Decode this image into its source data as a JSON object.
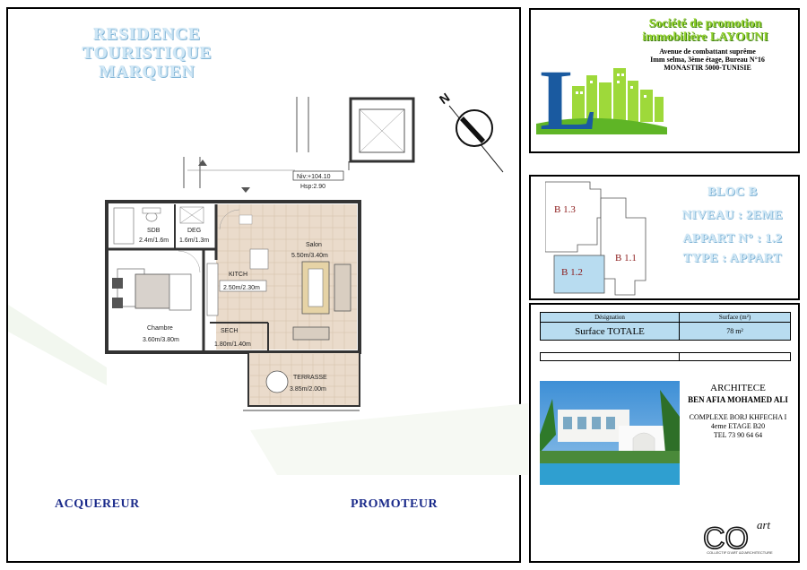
{
  "residence": {
    "line1": "RESIDENCE TOURISTIQUE",
    "line2": "MARQUEN"
  },
  "parties": {
    "buyer_label": "ACQUEREUR",
    "promoter_label": "PROMOTEUR"
  },
  "plan": {
    "level_tag": "Niv:+104.10",
    "height_tag": "Hsp:2.90",
    "compass_letter": "N",
    "rooms": [
      {
        "name": "SDB",
        "size": "2.4m/1.6m"
      },
      {
        "name": "DEG",
        "size": "1.6m/1.3m"
      },
      {
        "name": "Salon",
        "size": "5.50m/3.40m"
      },
      {
        "name": "KITCH",
        "size": "2.50m/2.30m"
      },
      {
        "name": "Chambre",
        "size": "3.60m/3.80m"
      },
      {
        "name": "SECH",
        "size": "1.80m/1.40m"
      },
      {
        "name": "TERRASSE",
        "size": "3.85m/2.00m"
      }
    ]
  },
  "promoter": {
    "name_line1": "Société de promotion",
    "name_line2": "immobilière LAYOUNI",
    "address": [
      "Avenue de combattant suprême",
      "Imm selma, 3ème étage, Bureau N°16",
      "MONASTIR 5000-TUNISIE"
    ],
    "logo_letter": "L"
  },
  "bloc": {
    "title": "BLOC B",
    "niveau": "NIVEAU : 2EME",
    "appart": "APPART N° : 1.2",
    "type": "TYPE : APPART",
    "tags": [
      "B 1.3",
      "B 1.2",
      "B 1.1"
    ]
  },
  "surface": {
    "col_designation": "Désignation",
    "col_surface": "Surface (m²)",
    "total_label": "Surface TOTALE",
    "total_value": "78 m²"
  },
  "architect": {
    "title": "ARCHITECE",
    "person": "BEN AFIA MOHAMED ALI",
    "address": [
      "COMPLEXE BORJ KHFECHA I",
      "4eme ETAGE B20",
      "TEL 73 90 64 64"
    ],
    "logo_main": "CO",
    "logo_sup": "art",
    "tagline": "COLLECTIF D'ART &D'ARCHITECTURE"
  },
  "colors": {
    "accent_blue": "#b8dcf0",
    "title_blue": "#cfe7f6",
    "green": "#8fd02a",
    "navy": "#1a2a8a",
    "logo_blue": "#1a5aa0"
  }
}
